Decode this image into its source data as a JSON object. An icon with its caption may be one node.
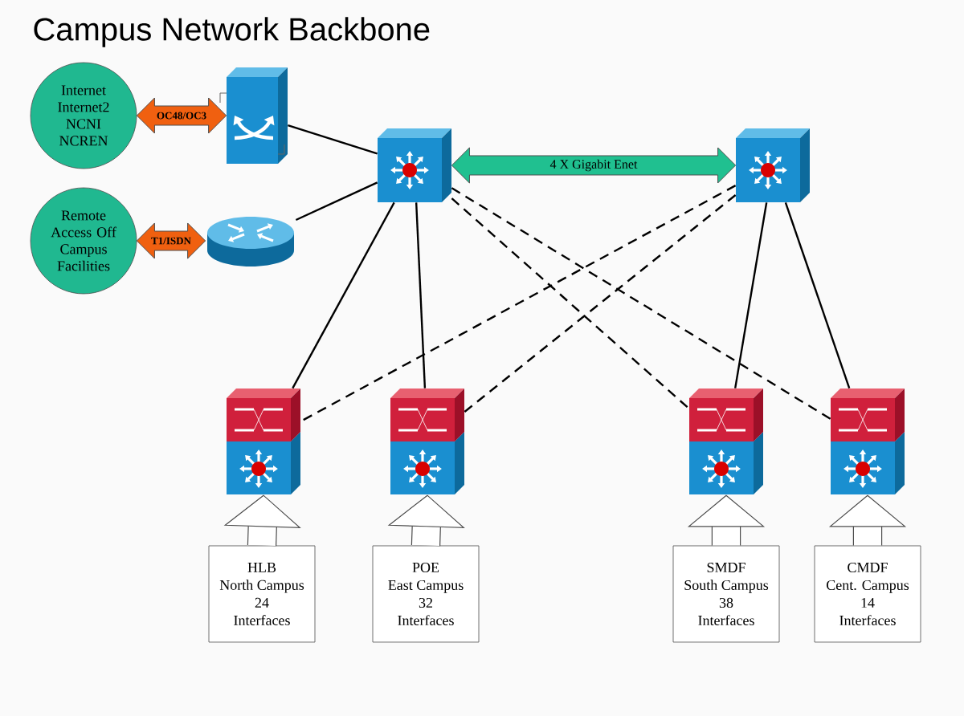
{
  "diagram": {
    "title": "Campus Network Backbone",
    "nodes": [
      {
        "text": [
          "Internet",
          "Internet2",
          "NCNI",
          "NCREN"
        ]
      },
      {
        "text": [
          "Remote Access Off Campus Facilities"
        ]
      },
      {
        "text": [],
        "shape": "picture"
      },
      {
        "text": [],
        "shape": "picture"
      },
      {
        "text": [],
        "shape": "picture"
      },
      {
        "text": [],
        "shape": "picture"
      },
      {
        "text": [],
        "shape": "picture"
      },
      {
        "text": [],
        "shape": "picture"
      },
      {
        "text": [],
        "shape": "picture"
      },
      {
        "text": [],
        "shape": "picture"
      },
      {
        "text": [
          "HLB",
          "North Campus",
          "24",
          "Interfaces"
        ]
      },
      {
        "text": [
          "POE",
          "East Campus",
          "32",
          "Interfaces"
        ]
      },
      {
        "text": [
          "SMDF",
          "South Campus",
          "38",
          "Interfaces"
        ]
      },
      {
        "text": [
          "CMDF",
          "Cent. Campus",
          "14",
          "Interfaces"
        ]
      }
    ],
    "edges": [
      {
        "from": 0,
        "to": 2,
        "arrow": "both",
        "label": "OC48/OC3",
        "color": "#f06010"
      },
      {
        "from": 1,
        "to": 3,
        "arrow": "both",
        "label": "T1/ISDN",
        "color": "#f06010"
      },
      {
        "from": 2,
        "to": 4,
        "arrow": "none"
      },
      {
        "from": 3,
        "to": 4,
        "arrow": "none"
      },
      {
        "from": 4,
        "to": 5,
        "arrow": "both",
        "label": "4 X Gigabit Enet",
        "color": "#20c090"
      },
      {
        "from": 4,
        "to": 6,
        "arrow": "none"
      },
      {
        "from": 4,
        "to": 7,
        "arrow": "none"
      },
      {
        "from": 5,
        "to": 8,
        "arrow": "none"
      },
      {
        "from": 5,
        "to": 9,
        "arrow": "none"
      },
      {
        "from": 4,
        "to": 8,
        "arrow": "none",
        "style": "dashed"
      },
      {
        "from": 4,
        "to": 9,
        "arrow": "none",
        "style": "dashed"
      },
      {
        "from": 5,
        "to": 6,
        "arrow": "none",
        "style": "dashed"
      },
      {
        "from": 5,
        "to": 7,
        "arrow": "none",
        "style": "dashed"
      },
      {
        "from": 10,
        "to": 6,
        "arrow": "to",
        "style": "thick"
      },
      {
        "from": 11,
        "to": 7,
        "arrow": "to",
        "style": "thick"
      },
      {
        "from": 12,
        "to": 8,
        "arrow": "to",
        "style": "thick"
      },
      {
        "from": 13,
        "to": 9,
        "arrow": "to",
        "style": "thick"
      }
    ]
  }
}
